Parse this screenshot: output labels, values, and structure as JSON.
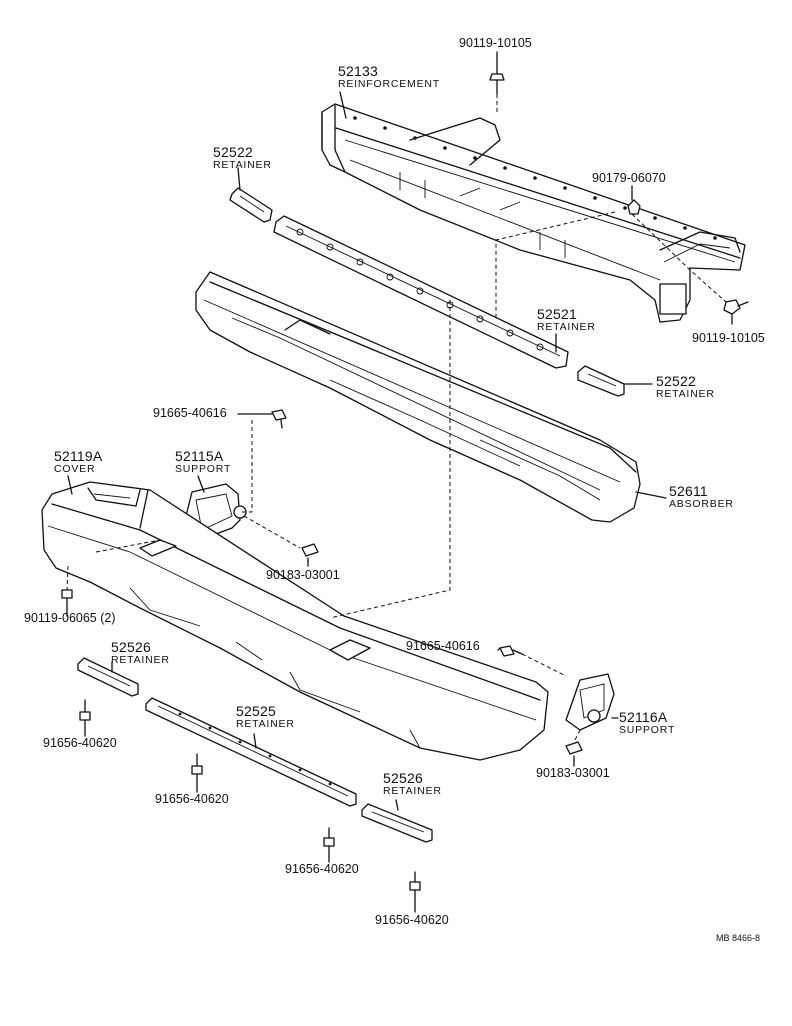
{
  "parts": [
    {
      "key": "reinforcement",
      "number": "52133",
      "name": "REINFORCEMENT"
    },
    {
      "key": "retainer-upper-left",
      "number": "52522",
      "name": "RETAINER"
    },
    {
      "key": "retainer-center",
      "number": "52521",
      "name": "RETAINER"
    },
    {
      "key": "retainer-upper-right",
      "number": "52522",
      "name": "RETAINER"
    },
    {
      "key": "cover",
      "number": "52119A",
      "name": "COVER"
    },
    {
      "key": "support-left",
      "number": "52115A",
      "name": "SUPPORT"
    },
    {
      "key": "absorber",
      "number": "52611",
      "name": "ABSORBER"
    },
    {
      "key": "retainer-lower-left",
      "number": "52526",
      "name": "RETAINER"
    },
    {
      "key": "retainer-lower-center",
      "number": "52525",
      "name": "RETAINER"
    },
    {
      "key": "retainer-lower-right",
      "number": "52526",
      "name": "RETAINER"
    },
    {
      "key": "support-right",
      "number": "52116A",
      "name": "SUPPORT"
    }
  ],
  "fasteners": [
    {
      "key": "bolt-top",
      "number": "90119-10105"
    },
    {
      "key": "nut-right",
      "number": "90179-06070"
    },
    {
      "key": "bolt-right",
      "number": "90119-10105"
    },
    {
      "key": "bolt-support-left",
      "number": "91665-40616"
    },
    {
      "key": "nut-support-left",
      "number": "90183-03001"
    },
    {
      "key": "bolt-cover",
      "number": "90119-06065 (2)"
    },
    {
      "key": "bolt-support-right",
      "number": "91665-40616"
    },
    {
      "key": "nut-support-right",
      "number": "90183-03001"
    },
    {
      "key": "bolt-retainer-1",
      "number": "91656-40620"
    },
    {
      "key": "bolt-retainer-2",
      "number": "91656-40620"
    },
    {
      "key": "bolt-retainer-3",
      "number": "91656-40620"
    },
    {
      "key": "bolt-retainer-4",
      "number": "91656-40620"
    }
  ],
  "reference": "MB 8466-8"
}
